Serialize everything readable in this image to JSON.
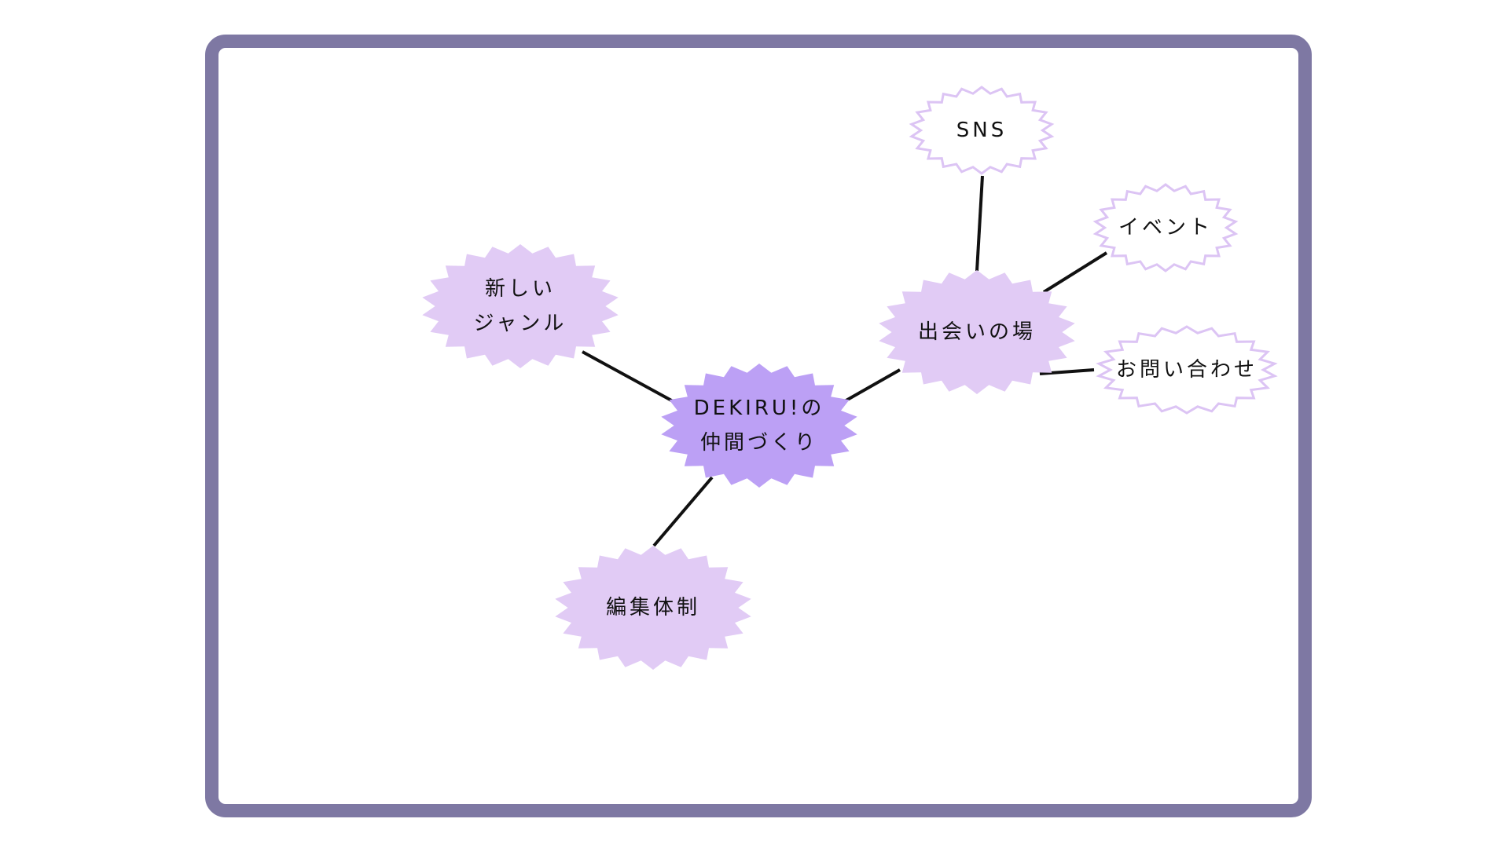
{
  "colors": {
    "frame": "#7e78a3",
    "center_fill": "#bca0f5",
    "branch_fill": "#e1cbf5",
    "leaf_stroke": "#dcc4f4",
    "line": "#111111"
  },
  "nodes": [
    {
      "id": "center",
      "lines": [
        "DEKIRU!の",
        "仲間づくり"
      ],
      "style": "center"
    },
    {
      "id": "new-genre",
      "lines": [
        "新しい",
        "ジャンル"
      ],
      "style": "branch"
    },
    {
      "id": "meeting-place",
      "lines": [
        "出会いの場"
      ],
      "style": "branch"
    },
    {
      "id": "editorial",
      "lines": [
        "編集体制"
      ],
      "style": "branch"
    },
    {
      "id": "sns",
      "lines": [
        "SNS"
      ],
      "style": "leaf"
    },
    {
      "id": "event",
      "lines": [
        "イベント"
      ],
      "style": "leaf"
    },
    {
      "id": "contact",
      "lines": [
        "お問い合わせ"
      ],
      "style": "leaf"
    }
  ],
  "edges": [
    [
      "center",
      "new-genre"
    ],
    [
      "center",
      "meeting-place"
    ],
    [
      "center",
      "editorial"
    ],
    [
      "meeting-place",
      "sns"
    ],
    [
      "meeting-place",
      "event"
    ],
    [
      "meeting-place",
      "contact"
    ]
  ]
}
